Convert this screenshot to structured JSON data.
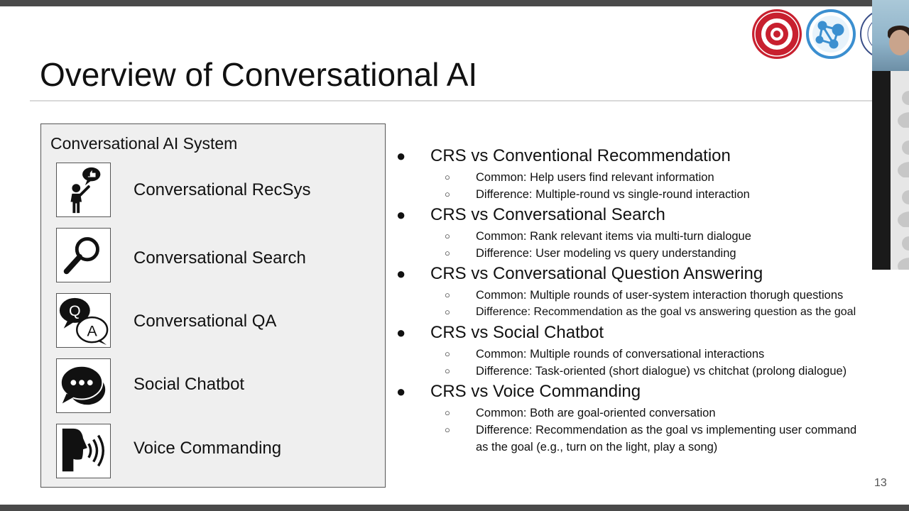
{
  "slide": {
    "title": "Overview of Conversational AI",
    "page_number": "13"
  },
  "panel": {
    "title": "Conversational AI System",
    "items": [
      {
        "label": "Conversational RecSys",
        "icon": "person-thumbs-up-icon"
      },
      {
        "label": "Conversational Search",
        "icon": "magnifier-icon"
      },
      {
        "label": "Conversational QA",
        "icon": "qa-bubbles-icon"
      },
      {
        "label": "Social Chatbot",
        "icon": "chat-bubbles-icon"
      },
      {
        "label": "Voice Commanding",
        "icon": "speaking-head-icon"
      }
    ]
  },
  "comparisons": [
    {
      "title": "CRS vs Conventional Recommendation",
      "points": [
        "Common: Help users find relevant information",
        "Difference: Multiple-round vs single-round interaction"
      ]
    },
    {
      "title": "CRS vs Conversational Search",
      "points": [
        "Common: Rank relevant items via multi-turn dialogue",
        "Difference: User modeling vs query understanding"
      ]
    },
    {
      "title": "CRS vs Conversational Question Answering",
      "points": [
        "Common: Multiple rounds of user-system interaction thorugh questions",
        "Difference: Recommendation as the goal vs answering question as the goal"
      ]
    },
    {
      "title": "CRS vs Social Chatbot",
      "points": [
        "Common: Multiple rounds of conversational interactions",
        "Difference: Task-oriented (short dialogue) vs chitchat (prolong dialogue)"
      ]
    },
    {
      "title": "CRS vs Voice Commanding",
      "points": [
        "Common: Both are goal-oriented conversation",
        "Difference: Recommendation as the goal vs implementing user command",
        "as the goal (e.g., turn on the light, play a song)"
      ]
    }
  ],
  "colors": {
    "seal_red": "#c8202f",
    "seal_blue": "#3b8fd0"
  }
}
